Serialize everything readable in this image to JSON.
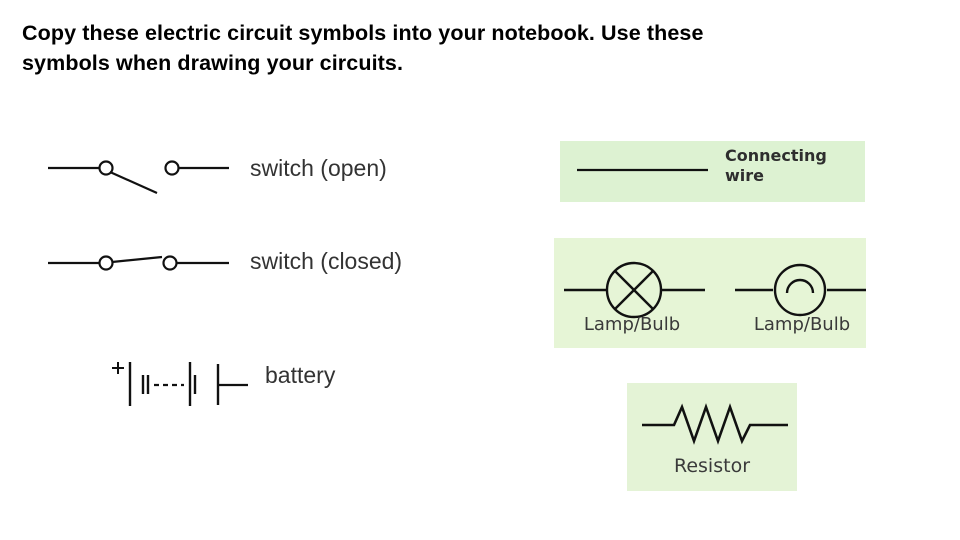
{
  "heading": {
    "line1": "Copy these electric circuit symbols into your notebook.   Use these",
    "line2": "symbols when drawing your circuits."
  },
  "symbols": {
    "switch_open": "switch (open)",
    "switch_closed": "switch (closed)",
    "battery": "battery",
    "battery_plus": "+"
  },
  "panels": {
    "connecting_wire": "Connecting wire",
    "lamp_bulb_1": "Lamp/Bulb",
    "lamp_bulb_2": "Lamp/Bulb",
    "resistor": "Resistor"
  },
  "colors": {
    "panel_green": "#e4f5d4",
    "ink": "#000000",
    "label_gray": "#3a3a3a"
  }
}
